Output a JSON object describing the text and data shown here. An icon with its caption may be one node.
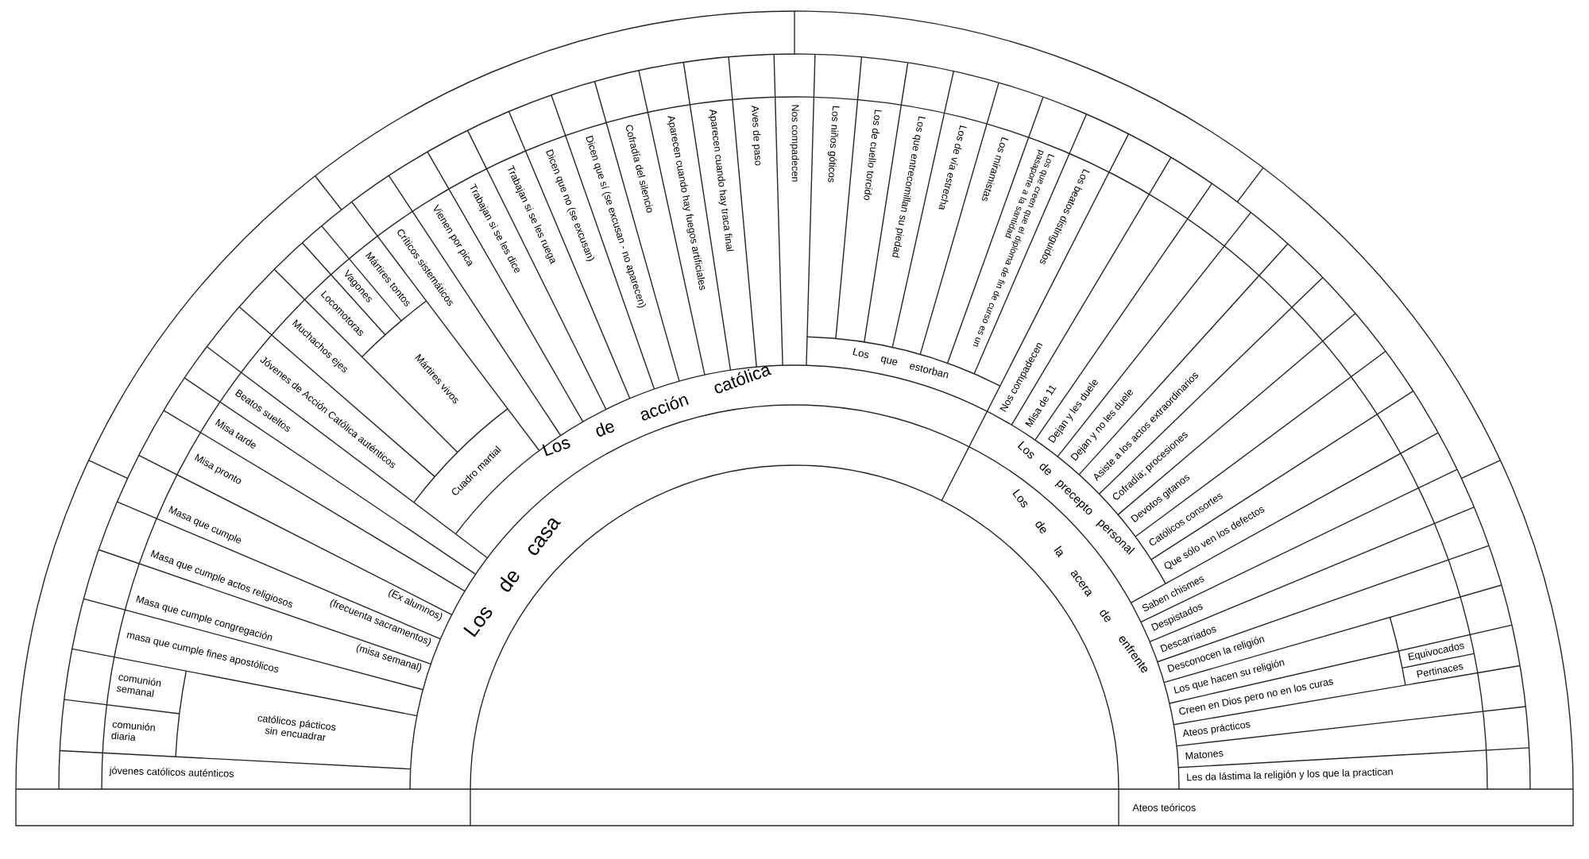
{
  "diagram": {
    "labels": [
      "jóvenes católicos auténticos",
      "comunión diaria",
      "comunión semanal",
      "católicos pácticos sin encuadrar",
      "masa que cumple fines apostólicos",
      "Masa que cumple congregación",
      "(misa semanal)",
      "Masa que cumple actos religiosos",
      "(frecuenta sacramentos)",
      "Masa que cumple",
      "(Ex alumnos)",
      "Misa pronto",
      "Misa tarde",
      "Beatos sueltos",
      "Cuadro martial",
      "Jóvenes de Acción Católica auténticos",
      "Muchachos ejes",
      "Locomotoras",
      "Vagones",
      "Mártires tontos",
      "Mártires vivos",
      "Críticos sistemáticos",
      "Vienen por pica",
      "Trabajan si se les dice",
      "Trabajan si se les ruega",
      "Dicen que no (se excusan)",
      "Dicen que sí (se excusan - no aparecen)",
      "Cofradía del silencio",
      "Aparecen cuando hay fuegos artificiales",
      "Aparecen cuando hay traca final",
      "Aves de paso",
      "Nos compadecen",
      "Los niños góticos",
      "Los de cuello torcido",
      "Los que entrecomillan su piedad",
      "Los de vía estrecha",
      "Los miramistas",
      "Los que creen que el diploma de fin de curso es un pasaporte a la santidad",
      "Los beatos distinguidos",
      "Nos compadecen",
      "Misa de 11",
      "Dejan y les duele",
      "Dejan y no les duele",
      "Asiste a los actos extraordinarios",
      "Cofradía; procesiones",
      "Devotos gitanos",
      "Católicos consortes",
      "Que sólo ven los defectos",
      "Saben chismes",
      "Despistados",
      "Descarriados",
      "Desconocen la religión",
      "Los que hacen su religión",
      "Creen en Dios pero no en los curas",
      "Ateos prácticos",
      "Matones",
      "Les da lástima la religión y los que la practican",
      "Equivocados",
      "Pertinaces",
      "Los de casa",
      "Los de acción católica",
      "Los que estorban",
      "Los de precepto personal",
      "Los de la acera de enfrente",
      "Ateos teóricos"
    ]
  }
}
